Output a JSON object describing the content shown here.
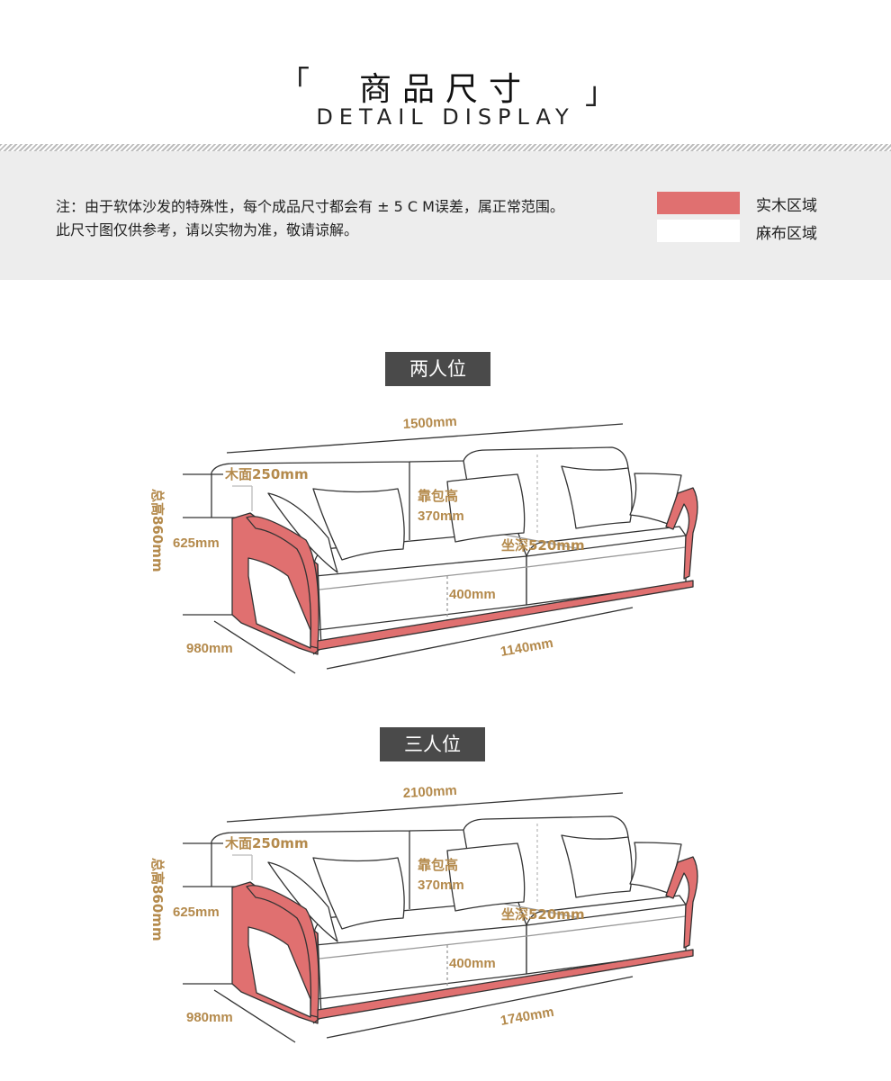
{
  "header": {
    "bracket_open": "「",
    "bracket_close": "」",
    "title": "商品尺寸",
    "subtitle": "DETAIL DISPLAY"
  },
  "notice": {
    "line1": "注：由于软体沙发的特殊性，每个成品尺寸都会有 ± 5 C M误差，属正常范围。",
    "line2": "此尺寸图仅供参考，请以实物为准，敬请谅解。"
  },
  "legend": [
    {
      "label": "实木区域",
      "color": "#e07070"
    },
    {
      "label": "麻布区域",
      "color": "#ffffff"
    }
  ],
  "colors": {
    "wood": "#e07070",
    "dimension": "#b48a4c",
    "label_bg": "#4a4a4a"
  },
  "sections": [
    {
      "label": "两人位",
      "dims": {
        "total_width": "1500mm",
        "wood_top": "木面250mm",
        "total_height": "总高860mm",
        "arm_height": "625mm",
        "back_cushion_a": "靠包高",
        "back_cushion_b": "370mm",
        "seat_depth": "坐深520mm",
        "seat_height": "400mm",
        "depth": "980mm",
        "seat_width": "1140mm"
      }
    },
    {
      "label": "三人位",
      "dims": {
        "total_width": "2100mm",
        "wood_top": "木面250mm",
        "total_height": "总高860mm",
        "arm_height": "625mm",
        "back_cushion_a": "靠包高",
        "back_cushion_b": "370mm",
        "seat_depth": "坐深520mm",
        "seat_height": "400mm",
        "depth": "980mm",
        "seat_width": "1740mm"
      }
    }
  ]
}
